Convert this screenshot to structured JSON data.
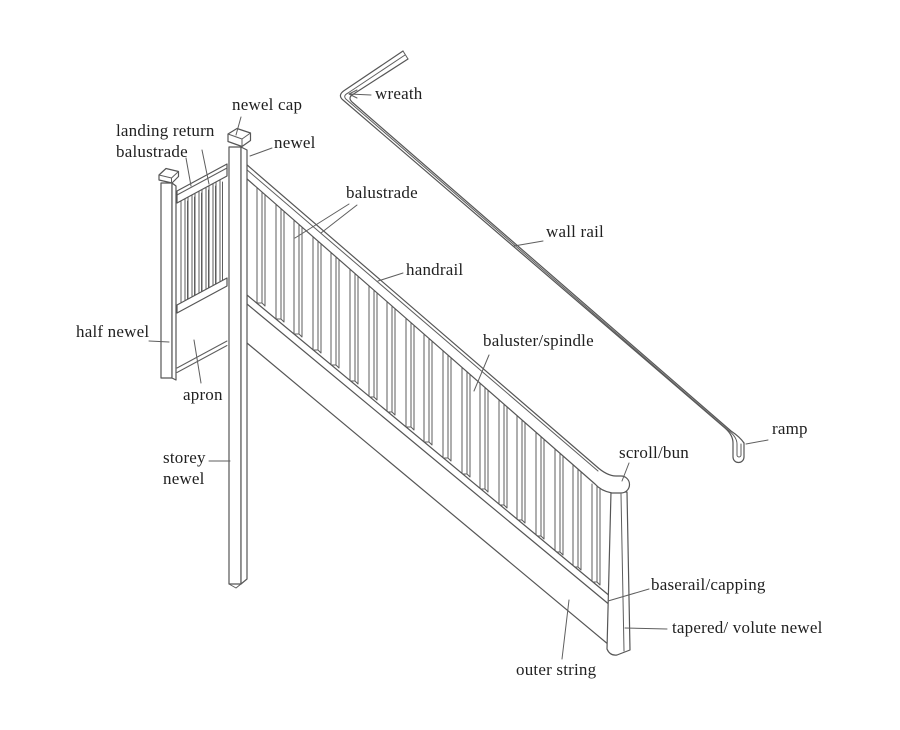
{
  "figure": {
    "type": "labelled line diagram",
    "subject": "staircase balustrade components",
    "background_color": "#ffffff",
    "line_color": "#565656",
    "text_color": "#212121"
  },
  "labels": {
    "wreath": "wreath",
    "newel_cap": "newel cap",
    "landing_return_balustrade": "landing return\nbalustrade",
    "newel": "newel",
    "balustrade": "balustrade",
    "wall_rail": "wall rail",
    "handrail": "handrail",
    "baluster_spindle": "baluster/spindle",
    "half_newel": "half newel",
    "apron": "apron",
    "storey_newel": "storey\nnewel",
    "scroll_bun": "scroll/bun",
    "ramp": "ramp",
    "baserail_capping": "baserail/capping",
    "tapered_volute_newel": "tapered/ volute newel",
    "outer_string": "outer string"
  }
}
